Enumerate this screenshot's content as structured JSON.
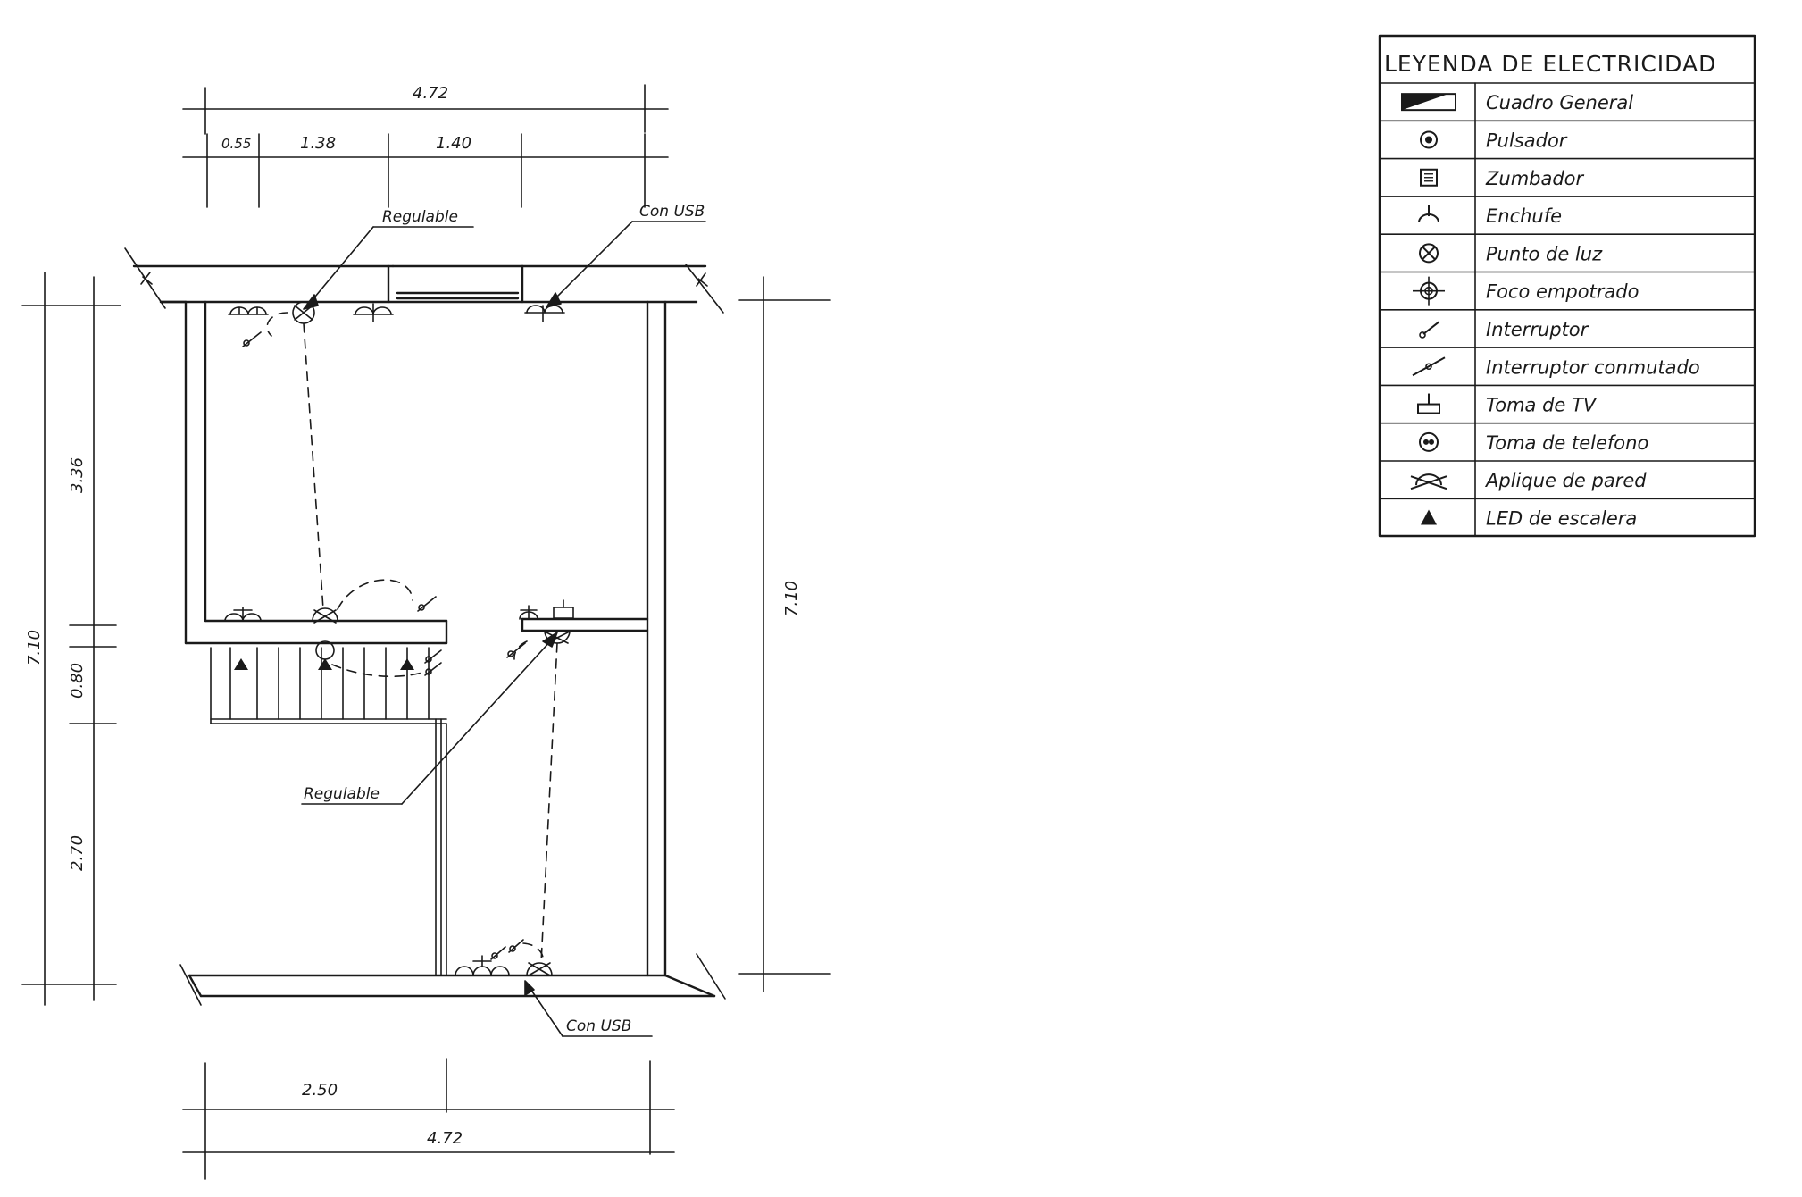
{
  "legend": {
    "title": "LEYENDA DE ELECTRICIDAD",
    "items": [
      {
        "icon": "cuadro-general-icon",
        "label": "Cuadro General"
      },
      {
        "icon": "pulsador-icon",
        "label": "Pulsador"
      },
      {
        "icon": "zumbador-icon",
        "label": "Zumbador"
      },
      {
        "icon": "enchufe-icon",
        "label": "Enchufe"
      },
      {
        "icon": "punto-de-luz-icon",
        "label": "Punto de luz"
      },
      {
        "icon": "foco-empotrado-icon",
        "label": "Foco empotrado"
      },
      {
        "icon": "interruptor-icon",
        "label": "Interruptor"
      },
      {
        "icon": "interruptor-conmutado-icon",
        "label": "Interruptor conmutado"
      },
      {
        "icon": "toma-tv-icon",
        "label": "Toma de TV"
      },
      {
        "icon": "toma-telefono-icon",
        "label": "Toma de telefono"
      },
      {
        "icon": "aplique-pared-icon",
        "label": "Aplique de pared"
      },
      {
        "icon": "led-escalera-icon",
        "label": "LED de escalera"
      }
    ]
  },
  "dimensions": {
    "top_total": "4.72",
    "top_a": "0.55",
    "top_b": "1.38",
    "top_c": "1.40",
    "left_total": "7.10",
    "left_a": "3.36",
    "left_b": "0.80",
    "left_c": "2.70",
    "right_total": "7.10",
    "bottom_a": "2.50",
    "bottom_total": "4.72"
  },
  "notes": {
    "regulable_top": "Regulable",
    "usb_top": "Con USB",
    "regulable_mid": "Regulable",
    "usb_bottom": "Con USB"
  }
}
